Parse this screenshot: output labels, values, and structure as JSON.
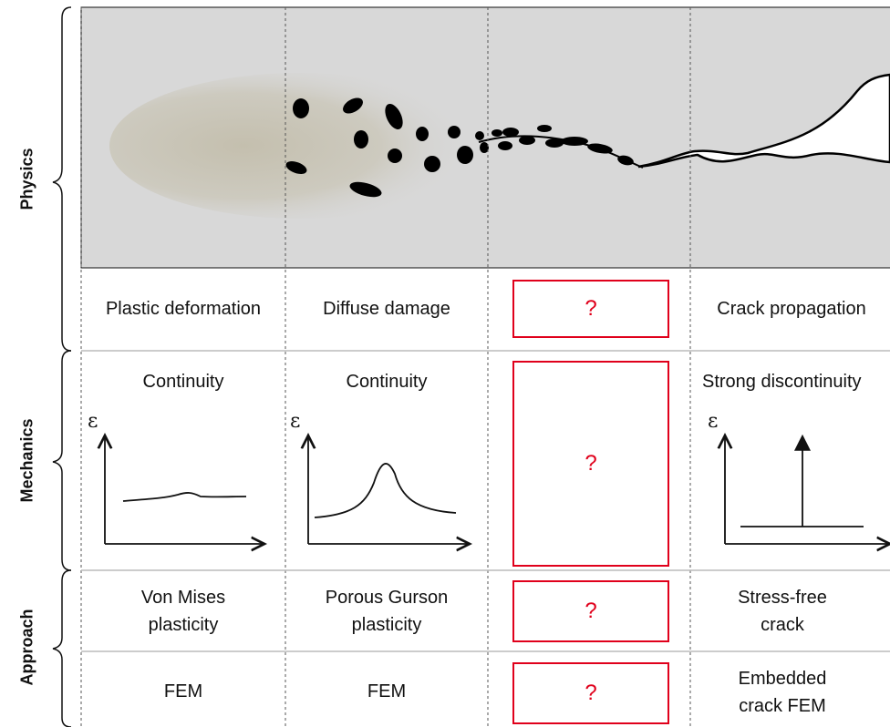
{
  "rows": {
    "physics": "Physics",
    "mechanics": "Mechanics",
    "approach": "Approach"
  },
  "columns": [
    {
      "phenomenon": "Plastic deformation",
      "continuity": "Continuity",
      "epsilon": "ε",
      "model_line1": "Von Mises",
      "model_line2": "plasticity",
      "method_line1": "FEM",
      "method_line2": ""
    },
    {
      "phenomenon": "Diffuse damage",
      "continuity": "Continuity",
      "epsilon": "ε",
      "model_line1": "Porous Gurson",
      "model_line2": "plasticity",
      "method_line1": "FEM",
      "method_line2": ""
    },
    {
      "phenomenon": "?",
      "continuity": "?",
      "epsilon": "",
      "model_line1": "?",
      "model_line2": "",
      "method_line1": "?",
      "method_line2": ""
    },
    {
      "phenomenon": "Crack propagation",
      "continuity": "Strong discontinuity",
      "epsilon": "ε",
      "model_line1": "Stress-free",
      "model_line2": "crack",
      "method_line1": "Embedded",
      "method_line2": "crack FEM"
    }
  ],
  "colors": {
    "question_border": "#e0001b",
    "physics_bg": "#d8d8d8",
    "plastic_zone": "#c7c2b3"
  }
}
